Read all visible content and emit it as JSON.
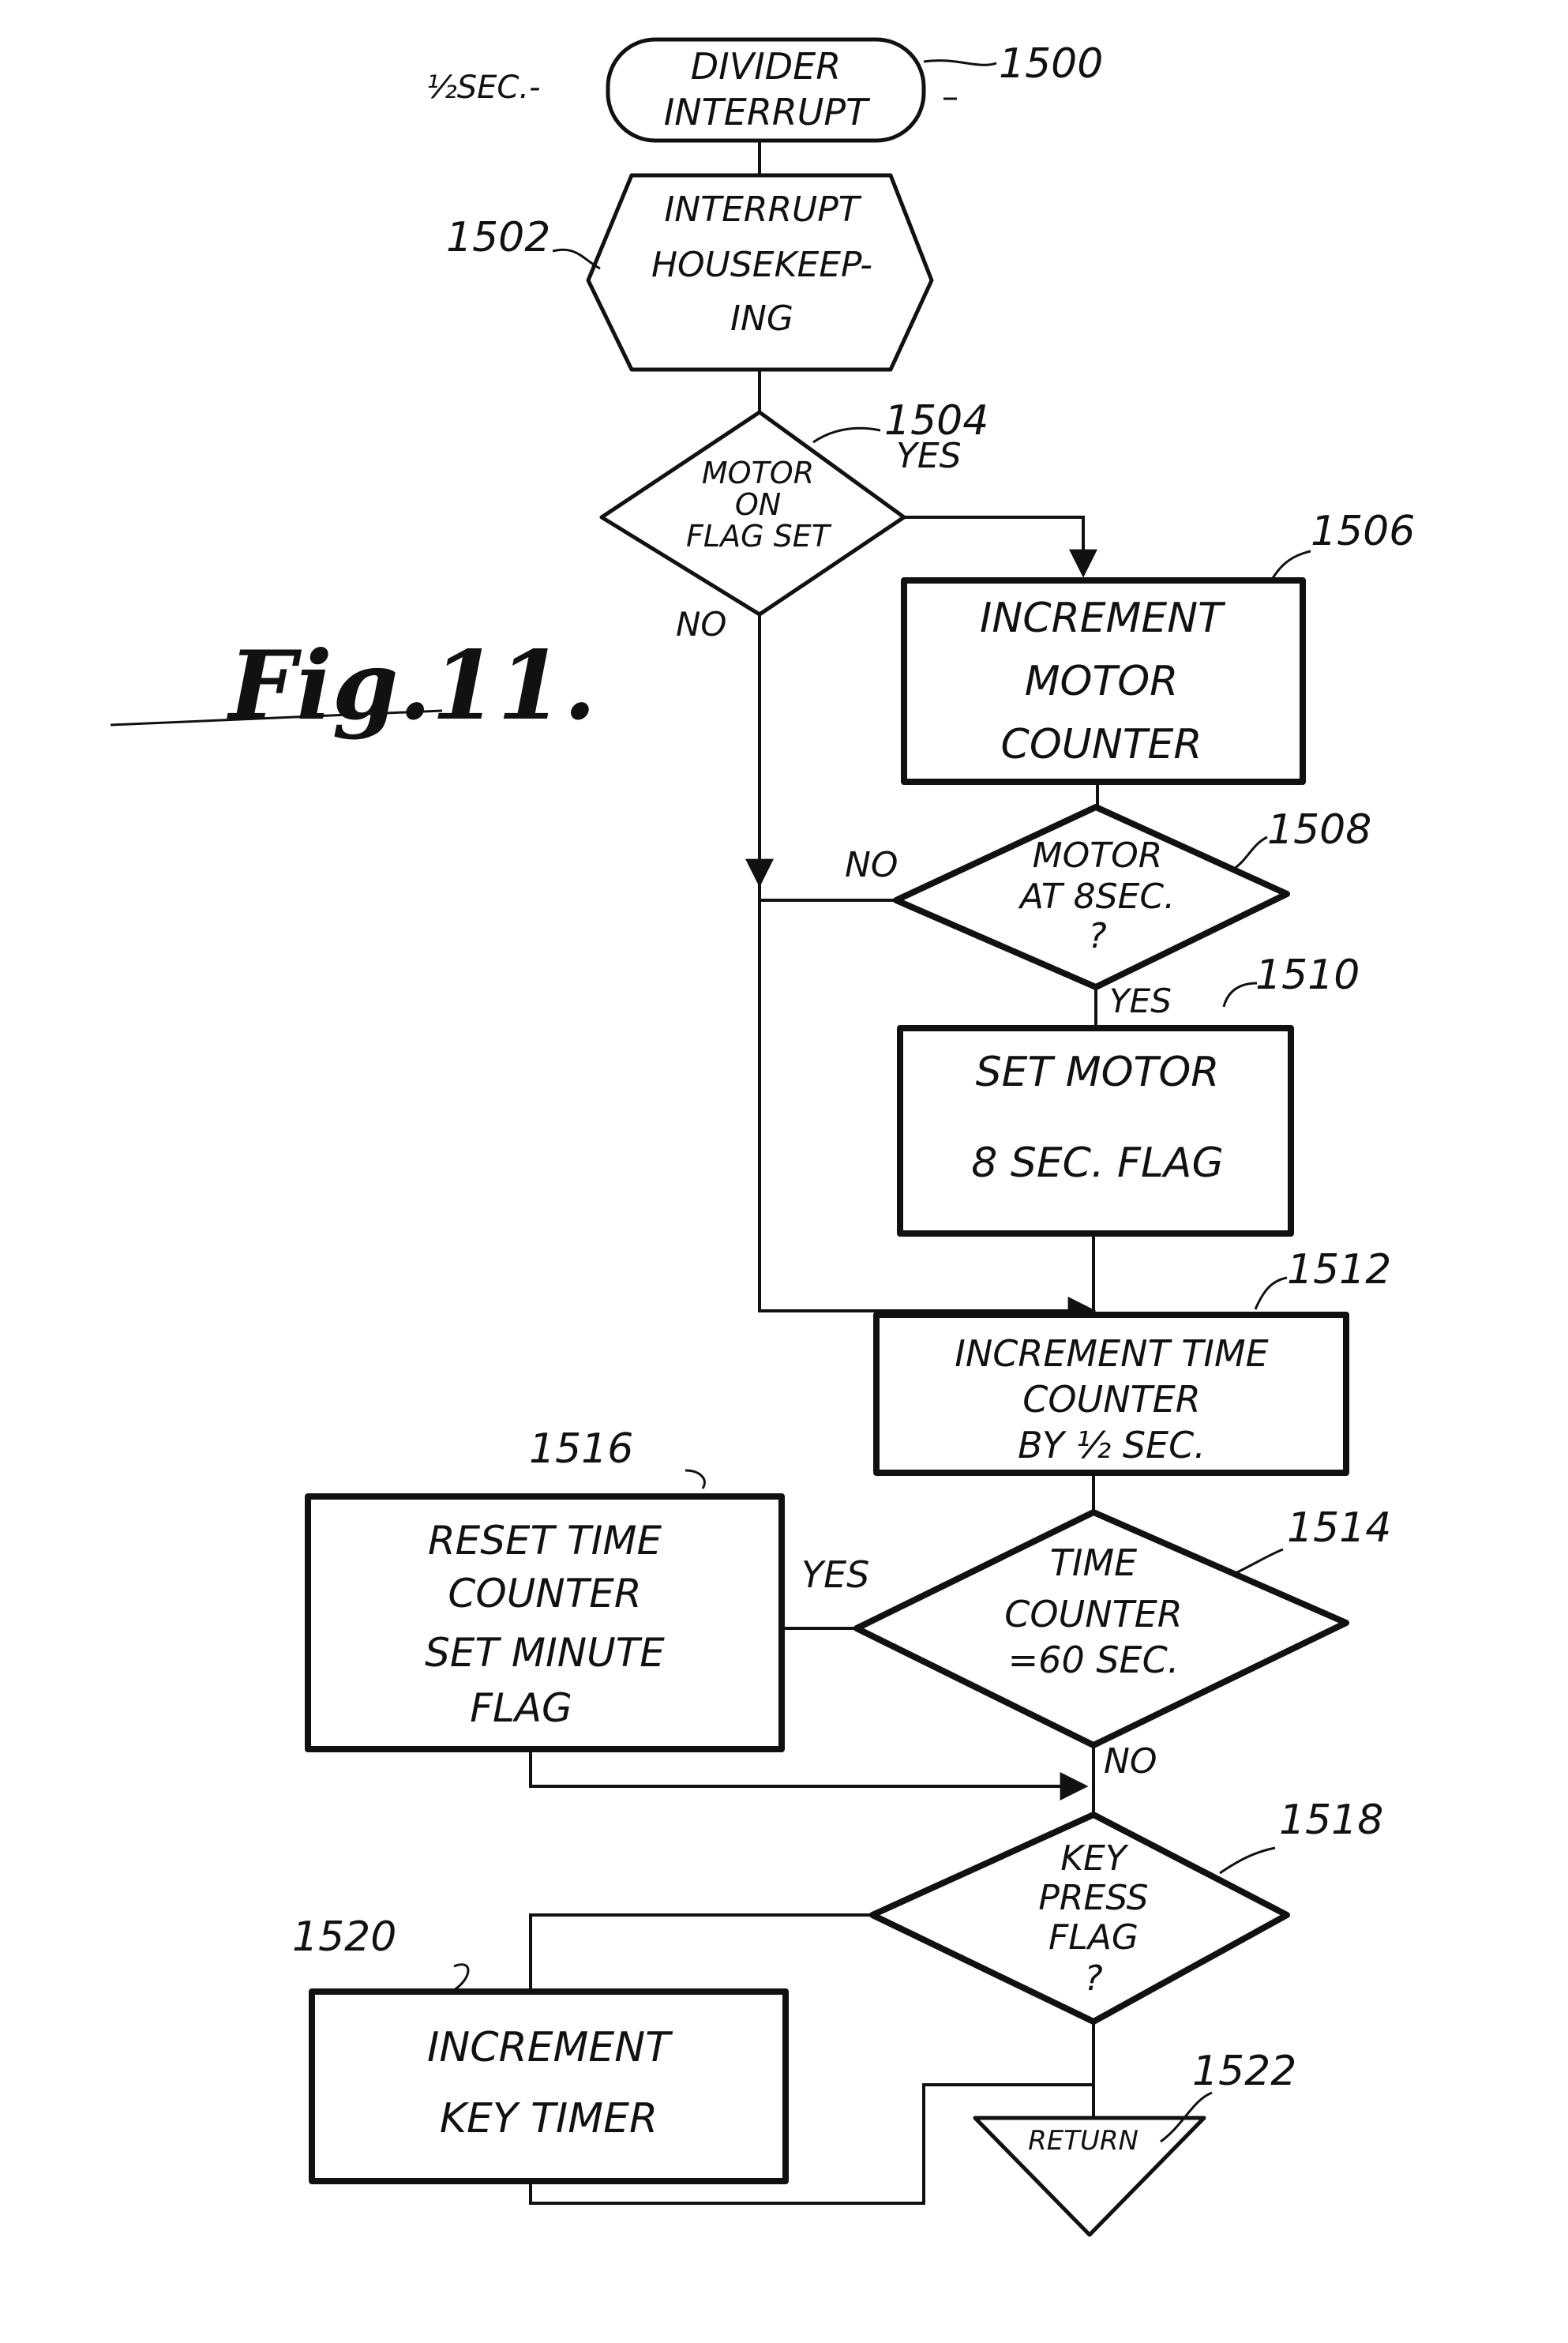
{
  "figure": {
    "title": "Fig.11."
  },
  "start": {
    "ref": "1500",
    "input_label": "½SEC.-",
    "line1": "DIVIDER",
    "line2": "INTERRUPT"
  },
  "housekeeping": {
    "ref": "1502",
    "line1": "INTERRUPT",
    "line2": "HOUSEKEEP-",
    "line3": "ING"
  },
  "decision_motor_flag": {
    "ref": "1504",
    "line1": "MOTOR",
    "line2": "ON",
    "line3": "FLAG SET",
    "yes": "YES",
    "no": "NO"
  },
  "increment_motor": {
    "ref": "1506",
    "line1": "INCREMENT",
    "line2": "MOTOR",
    "line3": "COUNTER"
  },
  "decision_motor_8sec": {
    "ref": "1508",
    "line1": "MOTOR",
    "line2": "AT 8SEC.",
    "line3": "?",
    "yes": "YES",
    "no": "NO"
  },
  "set_motor_flag": {
    "ref": "1510",
    "line1": "SET MOTOR",
    "line2": "8 SEC. FLAG"
  },
  "increment_time": {
    "ref": "1512",
    "line1": "INCREMENT TIME",
    "line2": "COUNTER",
    "line3": "BY ½ SEC."
  },
  "decision_time_60": {
    "ref": "1514",
    "line1": "TIME",
    "line2": "COUNTER",
    "line3": "=60 SEC.",
    "yes": "YES",
    "no": "NO"
  },
  "reset_time": {
    "ref": "1516",
    "line1": "RESET TIME",
    "line2": "COUNTER",
    "line3": "SET MINUTE",
    "line4": "FLAG"
  },
  "decision_key_press": {
    "ref": "1518",
    "line1": "KEY",
    "line2": "PRESS",
    "line3": "FLAG",
    "line4": "?"
  },
  "increment_key": {
    "ref": "1520",
    "line1": "INCREMENT",
    "line2": "KEY TIMER"
  },
  "return_node": {
    "ref": "1522",
    "label": "RETURN"
  }
}
